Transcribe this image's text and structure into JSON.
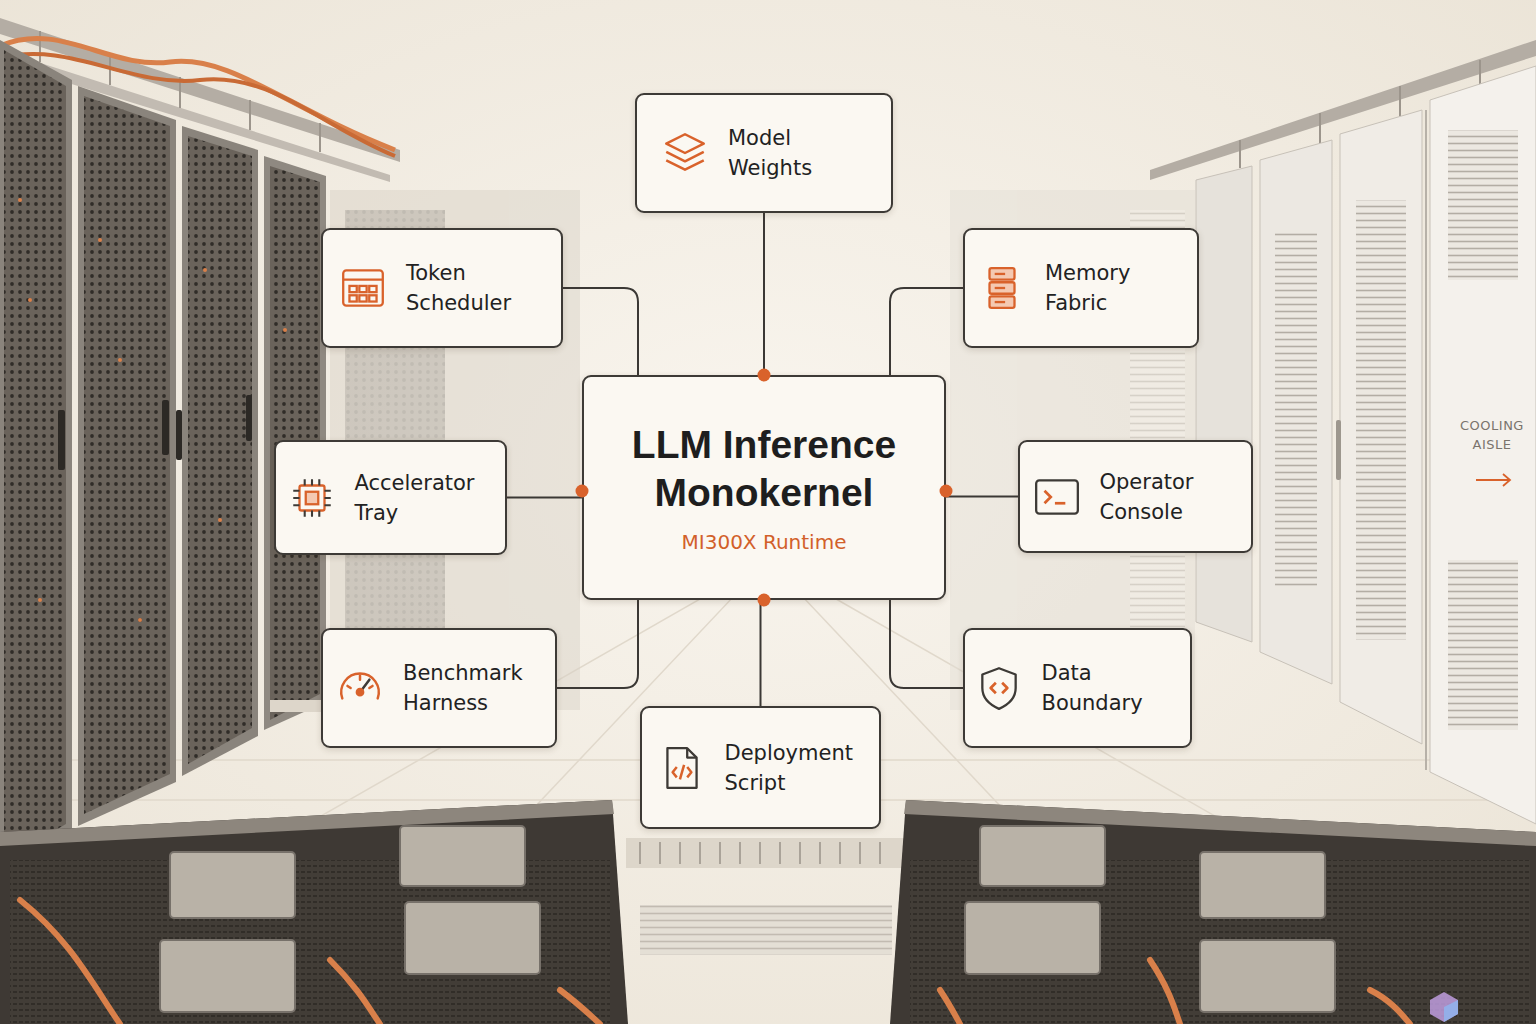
{
  "diagram": {
    "nodes": [
      {
        "text": [
          "Model Weights"
        ]
      },
      {
        "text": [
          "Token Scheduler"
        ]
      },
      {
        "text": [
          "Memory Fabric"
        ]
      },
      {
        "text": [
          "LLM Inference Monokernel",
          "MI300X Runtime"
        ]
      },
      {
        "text": [
          "Accelerator Tray"
        ]
      },
      {
        "text": [
          "Operator Console"
        ]
      },
      {
        "text": [
          "Benchmark Harness"
        ]
      },
      {
        "text": [
          "Data Boundary"
        ]
      },
      {
        "text": [
          "Deployment Script"
        ]
      }
    ],
    "edges": [
      {
        "from": 3,
        "to": 0,
        "arrow": "none"
      },
      {
        "from": 3,
        "to": 1,
        "arrow": "none"
      },
      {
        "from": 3,
        "to": 2,
        "arrow": "none"
      },
      {
        "from": 3,
        "to": 4,
        "arrow": "none"
      },
      {
        "from": 3,
        "to": 5,
        "arrow": "none"
      },
      {
        "from": 3,
        "to": 6,
        "arrow": "none"
      },
      {
        "from": 3,
        "to": 7,
        "arrow": "none"
      },
      {
        "from": 3,
        "to": 8,
        "arrow": "none"
      }
    ],
    "labels": [
      "COOLING AISLE"
    ]
  }
}
